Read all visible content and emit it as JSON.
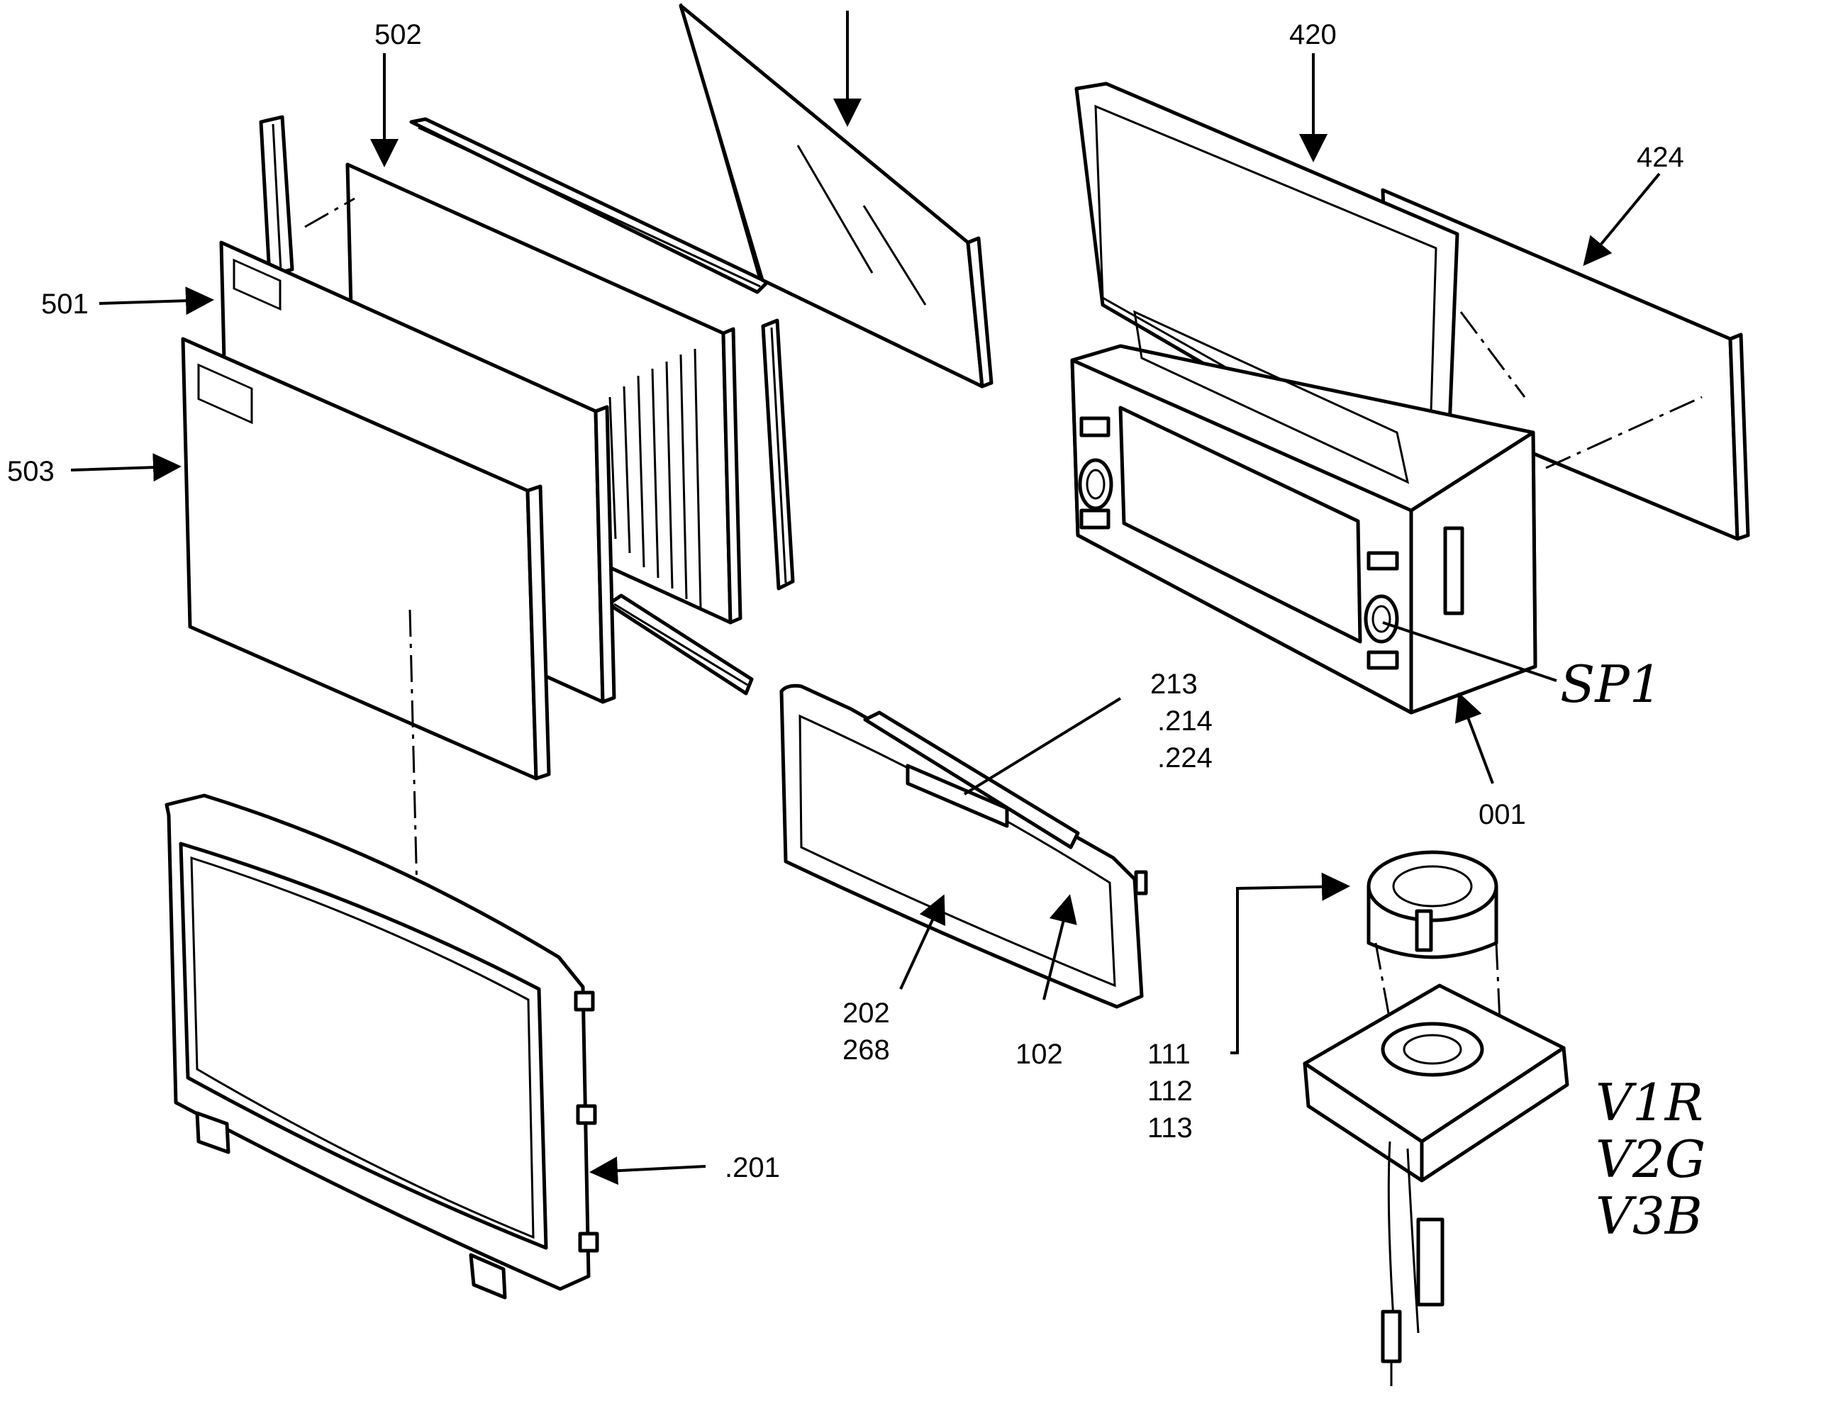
{
  "diagram": {
    "labels": {
      "l502": "502",
      "l501": "501",
      "l503": "503",
      "l420": "420",
      "l424": "424",
      "l213": "213",
      "l214": ".214",
      "l224": ".224",
      "l001": "001",
      "l202": "202",
      "l268": "268",
      "l102": "102",
      "l111": "111",
      "l112": "112",
      "l113": "113",
      "l201": ".201"
    },
    "handwritten": {
      "sp1": "SP1",
      "v1r": "V1R",
      "v2g": "V2G",
      "v3b": "V3B"
    }
  }
}
